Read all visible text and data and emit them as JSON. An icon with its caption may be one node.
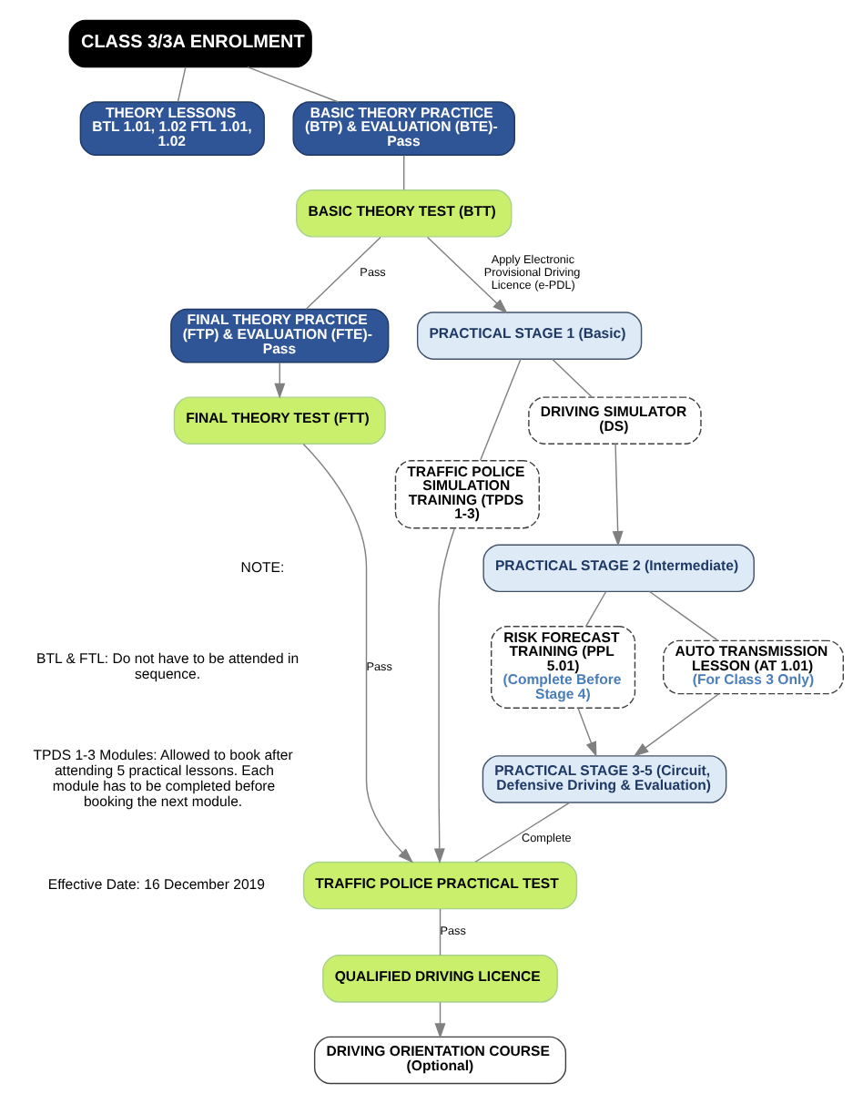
{
  "diagram": {
    "nodes": [
      {
        "text": [
          "CLASS 3/3A ENROLMENT"
        ]
      },
      {
        "text": [
          "THEORY LESSONS",
          "BTL 1.01, 1.02 FTL 1.01, 1.02"
        ]
      },
      {
        "text": [
          "BASIC THEORY PRACTICE (BTP) & EVALUATION (BTE)- Pass"
        ]
      },
      {
        "text": [
          "BASIC THEORY TEST (BTT)"
        ]
      },
      {
        "text": [
          "FINAL THEORY PRACTICE (FTP) & EVALUATION (FTE)- Pass"
        ]
      },
      {
        "text": [
          "FINAL THEORY TEST (FTT)"
        ]
      },
      {
        "text": [
          "PRACTICAL STAGE 1 (Basic)"
        ]
      },
      {
        "text": [
          "DRIVING SIMULATOR (DS)"
        ]
      },
      {
        "text": [
          "PRACTICAL STAGE 2 (Intermediate)"
        ]
      },
      {
        "text": [
          "AUTO TRANSMISSION LESSON (AT 1.01)",
          "(For Class 3 Only)"
        ]
      },
      {
        "text": [
          "RISK FORECAST TRAINING (PPL 5.01)",
          "(Complete Before Stage 4)"
        ]
      },
      {
        "text": [
          "PRACTICAL STAGE 3-5 (Circuit, Defensive Driving & Evaluation)"
        ]
      },
      {
        "text": [
          "TRAFFIC POLICE SIMULATION TRAINING (TPDS 1-3)"
        ]
      },
      {
        "text": [
          "TRAFFIC POLICE PRACTICAL TEST"
        ]
      },
      {
        "text": [
          "QUALIFIED DRIVING LICENCE"
        ]
      },
      {
        "text": [
          "DRIVING ORIENTATION COURSE (Optional)"
        ]
      }
    ],
    "edges": [
      {
        "from": 0,
        "to": 1,
        "arrow": "none"
      },
      {
        "from": 0,
        "to": 2,
        "arrow": "none"
      },
      {
        "from": 2,
        "to": 3,
        "arrow": "none"
      },
      {
        "from": 3,
        "to": 4,
        "arrow": "none",
        "label": "Pass"
      },
      {
        "from": 3,
        "to": 6,
        "arrow": "to",
        "label": "Apply Electronic Provisional Driving Licence (e-PDL)"
      },
      {
        "from": 4,
        "to": 5,
        "arrow": "to"
      },
      {
        "from": 5,
        "to": 13,
        "arrow": "to",
        "label": "Pass"
      },
      {
        "from": 6,
        "to": 7,
        "arrow": "none"
      },
      {
        "from": 7,
        "to": 8,
        "arrow": "to"
      },
      {
        "from": 8,
        "to": 9,
        "arrow": "none"
      },
      {
        "from": 8,
        "to": 10,
        "arrow": "none"
      },
      {
        "from": 9,
        "to": 11,
        "arrow": "to"
      },
      {
        "from": 10,
        "to": 11,
        "arrow": "to"
      },
      {
        "from": 6,
        "to": 12,
        "arrow": "none"
      },
      {
        "from": 11,
        "to": 13,
        "arrow": "none",
        "label": "Complete"
      },
      {
        "from": 12,
        "to": 13,
        "arrow": "to"
      },
      {
        "from": 13,
        "to": 14,
        "arrow": "none",
        "label": "Pass"
      },
      {
        "from": 14,
        "to": 15,
        "arrow": "to"
      }
    ],
    "labels": [
      "NOTE:",
      "BTL & FTL: Do not have to be attended in sequence.",
      "TPDS 1-3 Modules: Allowed to book after attending 5 practical lessons. Each module has to be completed before booking the next module.",
      "Effective Date: 16 December 2019"
    ]
  }
}
